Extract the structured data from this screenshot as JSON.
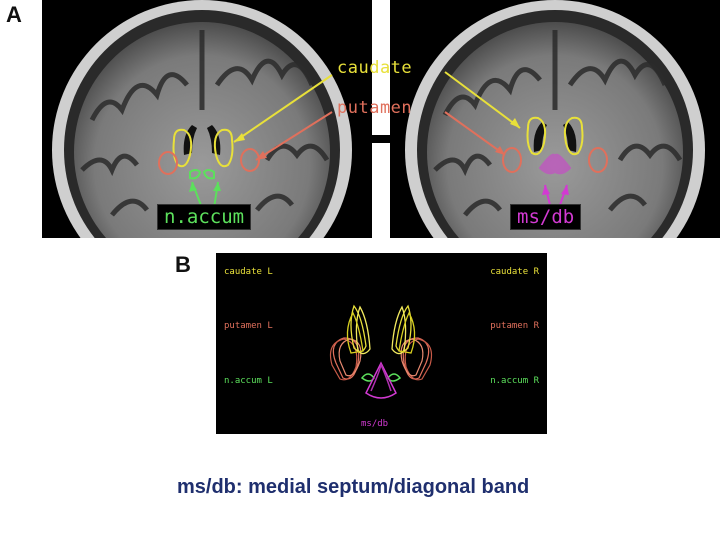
{
  "panel_a": {
    "letter": "A",
    "labels": {
      "caudate": "caudate",
      "putamen": "putamen",
      "n_accum": "n.accum",
      "ms_db": "ms/db"
    }
  },
  "panel_b": {
    "letter": "B",
    "labels": {
      "caudate_l": "caudate L",
      "caudate_r": "caudate R",
      "putamen_l": "putamen L",
      "putamen_r": "putamen R",
      "naccum_l": "n.accum L",
      "naccum_r": "n.accum R",
      "ms_db": "ms/db"
    }
  },
  "caption": "ms/db: medial septum/diagonal band",
  "colors": {
    "caudate": "#e8e03a",
    "putamen": "#e0705c",
    "n_accum": "#5ce05c",
    "ms_db": "#d23ad2",
    "caption": "#1f2f6e"
  }
}
